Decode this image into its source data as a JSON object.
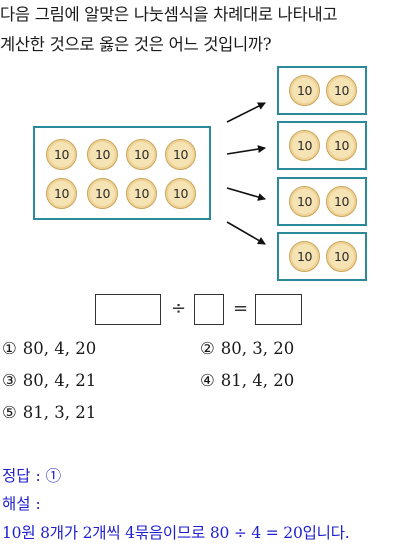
{
  "question": {
    "line1": "다음 그림에 알맞은 나눗셈식을 차례대로 나타내고",
    "line2": "계산한 것으로 옳은 것은 어느 것입니까?"
  },
  "coin_label": "10",
  "coins_total": 8,
  "groups": 4,
  "coins_per_group": 2,
  "accent_color": "#2a8a9a",
  "coin_color": "#f6e3b4",
  "equation": {
    "divide": "÷",
    "equals": "="
  },
  "choices": [
    {
      "num": "①",
      "text": "80, 4, 20"
    },
    {
      "num": "②",
      "text": "80, 3, 20"
    },
    {
      "num": "③",
      "text": "80, 4, 21"
    },
    {
      "num": "④",
      "text": "81, 4, 20"
    },
    {
      "num": "⑤",
      "text": "81, 3, 21"
    }
  ],
  "answer": {
    "line": "정답 : ①"
  },
  "explanation": {
    "label": "해설 :",
    "text": "10원 8개가 2개씩 4묶음이므로 80 ÷ 4 = 20입니다."
  },
  "answer_color": "#2020d0"
}
